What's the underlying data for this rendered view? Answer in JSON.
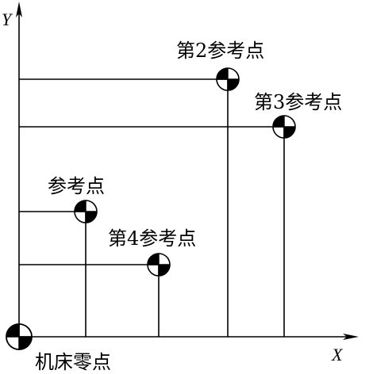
{
  "axes": {
    "x_label": "X",
    "y_label": "Y"
  },
  "origin": {
    "label": "机床零点"
  },
  "reference_points": [
    {
      "id": "ref-1",
      "label": "参考点"
    },
    {
      "id": "ref-2",
      "label": "第2参考点"
    },
    {
      "id": "ref-3",
      "label": "第3参考点"
    },
    {
      "id": "ref-4",
      "label": "第4参考点"
    }
  ],
  "colors": {
    "line": "#000000",
    "marker_fill": "#000000",
    "background": "#ffffff"
  }
}
